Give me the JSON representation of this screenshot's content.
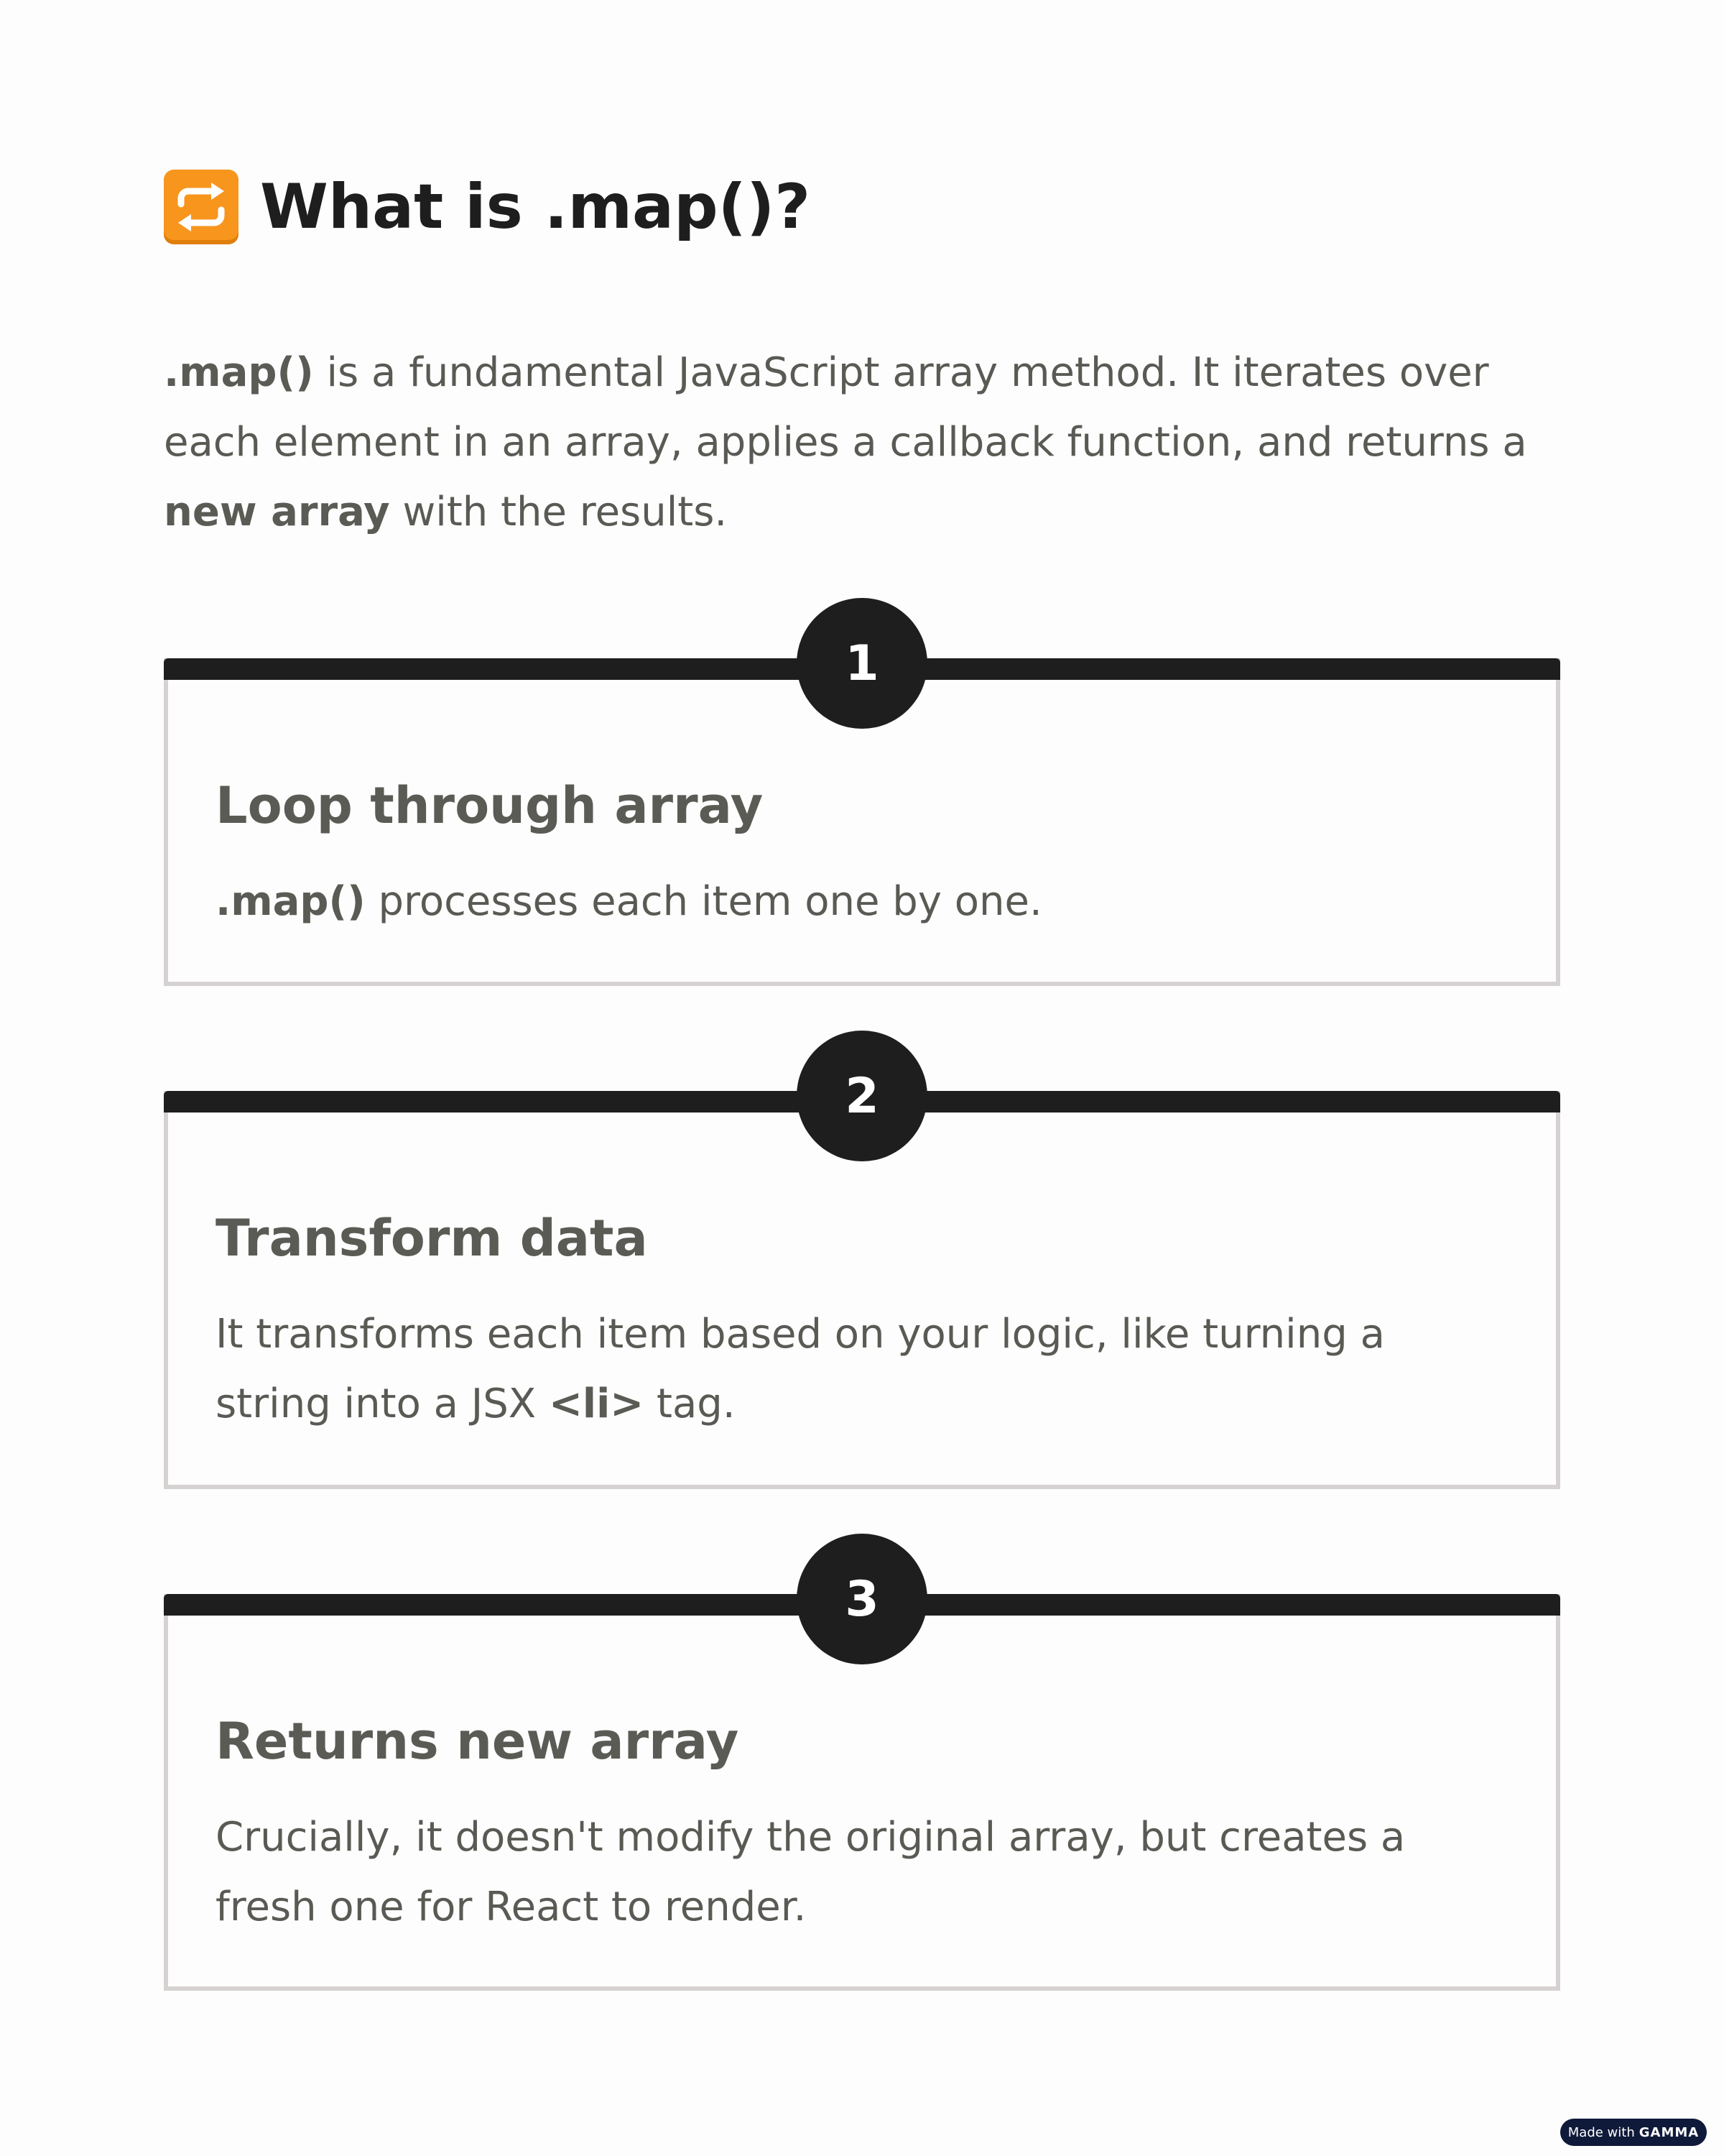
{
  "header": {
    "icon": "repeat-arrows-icon",
    "title": "What is .map()?"
  },
  "intro": {
    "code": ".map()",
    "text_1": " is a fundamental JavaScript array method. It iterates over each element in an array, applies a callback function, and returns a ",
    "bold_2": "new array",
    "text_3": " with the results."
  },
  "steps": [
    {
      "number": "1",
      "heading": "Loop through array",
      "code": ".map()",
      "text": " processes each item one by one."
    },
    {
      "number": "2",
      "heading": "Transform data",
      "text_1": "It transforms each item based on your logic, like turning a string into a JSX ",
      "code": "<li>",
      "text_2": " tag."
    },
    {
      "number": "3",
      "heading": "Returns new array",
      "text": "Crucially, it doesn't modify the original array, but creates a fresh one for React to render."
    }
  ],
  "footer_badge": {
    "prefix": "Made with",
    "brand": "GAMMA"
  },
  "colors": {
    "accent_orange": "#f7951d",
    "dark": "#1e1e1e",
    "text": "#5a5a55",
    "border": "#d6d2d2",
    "badge_bg": "#0f1a3a"
  }
}
